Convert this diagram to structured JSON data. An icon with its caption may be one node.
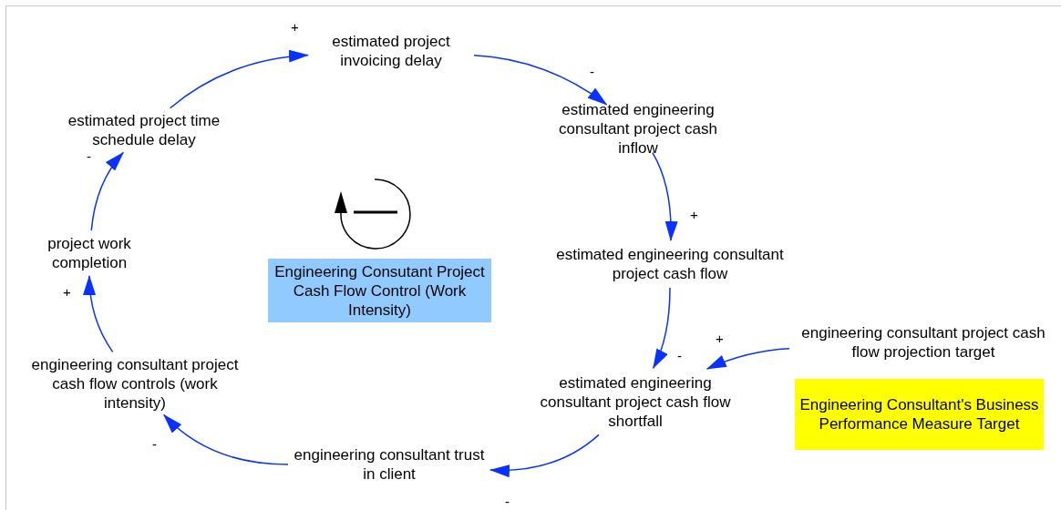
{
  "diagram": {
    "nodes": [
      {
        "text": [
          "estimated project invoicing delay"
        ]
      },
      {
        "text": [
          "estimated engineering consultant project cash inflow"
        ]
      },
      {
        "text": [
          "estimated engineering consultant project cash flow"
        ]
      },
      {
        "text": [
          "engineering consultant project cash flow projection target"
        ]
      },
      {
        "text": [
          "estimated engineering consultant project cash flow shortfall"
        ]
      },
      {
        "text": [
          "engineering consultant trust in client"
        ]
      },
      {
        "text": [
          "engineering consultant project cash flow controls (work intensity)"
        ]
      },
      {
        "text": [
          "project work completion"
        ]
      },
      {
        "text": [
          "estimated project time schedule delay"
        ]
      },
      {
        "text": [
          "Engineering Consutant Project Cash Flow Control (Work Intensity)"
        ]
      },
      {
        "text": [
          "Engineering Consultant's Business Performance Measure Target"
        ]
      }
    ],
    "edges": [
      {
        "from": 8,
        "to": 0,
        "arrow": "to",
        "label": "+"
      },
      {
        "from": 0,
        "to": 1,
        "arrow": "to",
        "label": "-"
      },
      {
        "from": 1,
        "to": 2,
        "arrow": "to",
        "label": "+"
      },
      {
        "from": 2,
        "to": 4,
        "arrow": "to",
        "label": "-"
      },
      {
        "from": 3,
        "to": 4,
        "arrow": "to",
        "label": "+"
      },
      {
        "from": 4,
        "to": 5,
        "arrow": "to",
        "label": "-"
      },
      {
        "from": 5,
        "to": 6,
        "arrow": "to",
        "label": "-"
      },
      {
        "from": 6,
        "to": 7,
        "arrow": "to",
        "label": "+"
      },
      {
        "from": 7,
        "to": 8,
        "arrow": "to",
        "label": "-"
      }
    ]
  }
}
